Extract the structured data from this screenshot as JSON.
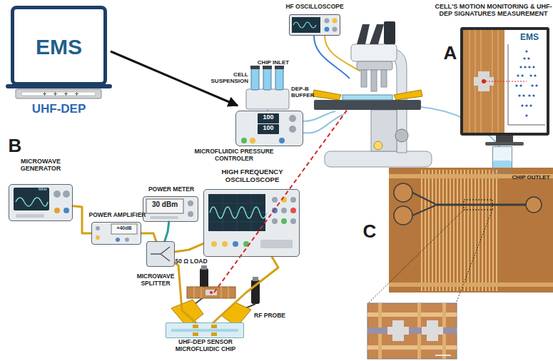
{
  "diagram": {
    "nodes": [
      {
        "text": [
          "EMS",
          "UHF-DEP"
        ]
      },
      {
        "text": [
          "HF OSCILLOSCOPE"
        ]
      },
      {
        "text": [
          "CELL'S MOTION MONITORING & UHF-DEP SIGNATURES MEASUREMENT",
          "EMS"
        ]
      },
      {
        "text": [
          "MICROFLUIDIC PRESSURE CONTROLER",
          "100",
          "100"
        ]
      },
      {
        "text": [
          "CHIP OUTLET"
        ]
      },
      {
        "text": [
          "MICROWAVE GENERATOR",
          "MHz"
        ]
      },
      {
        "text": [
          "POWER AMPLIFIER",
          "+40dB"
        ]
      },
      {
        "text": [
          "POWER METER",
          "30 dBm"
        ]
      },
      {
        "text": [
          "HIGH FREQUENCY OSCILLOSCOPE"
        ]
      },
      {
        "text": [
          "MICROWAVE SPLITTER"
        ]
      },
      {
        "text": [
          "UHF-DEP SENSOR MICROFLUIDIC CHIP"
        ]
      }
    ],
    "edges": [
      {
        "from": 5,
        "to": 6,
        "arrow": "none"
      },
      {
        "from": 6,
        "to": 9,
        "arrow": "none"
      },
      {
        "from": 9,
        "to": 7,
        "arrow": "none"
      },
      {
        "from": 9,
        "to": 8,
        "arrow": "none"
      },
      {
        "from": 9,
        "to": 10,
        "arrow": "none"
      },
      {
        "from": 10,
        "to": 8,
        "arrow": "none"
      }
    ],
    "labels": [
      "CHIP INLET",
      "CELL SUSPENSION",
      "DEP-B BUFFER",
      "A",
      "B",
      "50 Ω LOAD",
      "RF PROBE",
      "C"
    ]
  }
}
